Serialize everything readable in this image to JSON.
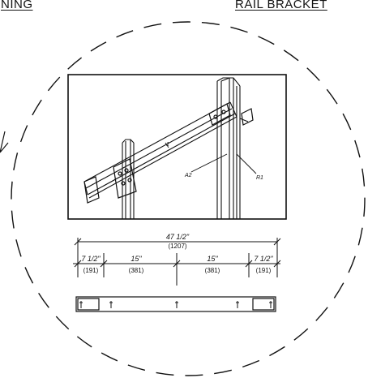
{
  "header": {
    "left_label": "NING",
    "right_label": "RAIL  BRACKET"
  },
  "detail": {
    "callouts": {
      "bracket_left": "A2",
      "post_right": "R1",
      "rail_mark": "1"
    },
    "dimensions": {
      "overall": "47 1/2\"",
      "overall_metric": "(1207)",
      "seg1": "7 1/2\"",
      "seg1_metric": "(191)",
      "seg2": "15\"",
      "seg2_metric": "(381)",
      "seg3": "15\"",
      "seg3_metric": "(381)",
      "seg4": "7 1/2\"",
      "seg4_metric": "(191)"
    }
  },
  "colors": {
    "line": "#111111",
    "background": "#ffffff"
  }
}
